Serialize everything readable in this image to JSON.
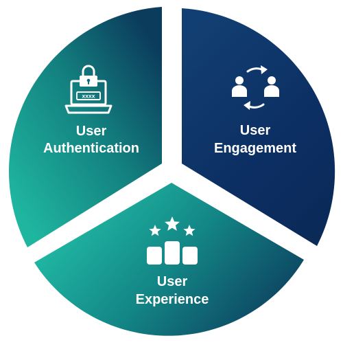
{
  "segments": [
    {
      "id": "authentication",
      "line1": "User",
      "line2": "Authentication",
      "icon": "laptop-lock-icon"
    },
    {
      "id": "engagement",
      "line1": "User",
      "line2": "Engagement",
      "icon": "users-exchange-icon"
    },
    {
      "id": "experience",
      "line1": "User",
      "line2": "Experience",
      "icon": "stars-rating-icon"
    }
  ],
  "icons": {
    "password_mask": "xxxx"
  },
  "colors": {
    "teal": "#1fb8a2",
    "teal_dark": "#0a5d68",
    "navy": "#0c2f63",
    "navy_light": "#14467c",
    "white": "#ffffff"
  }
}
